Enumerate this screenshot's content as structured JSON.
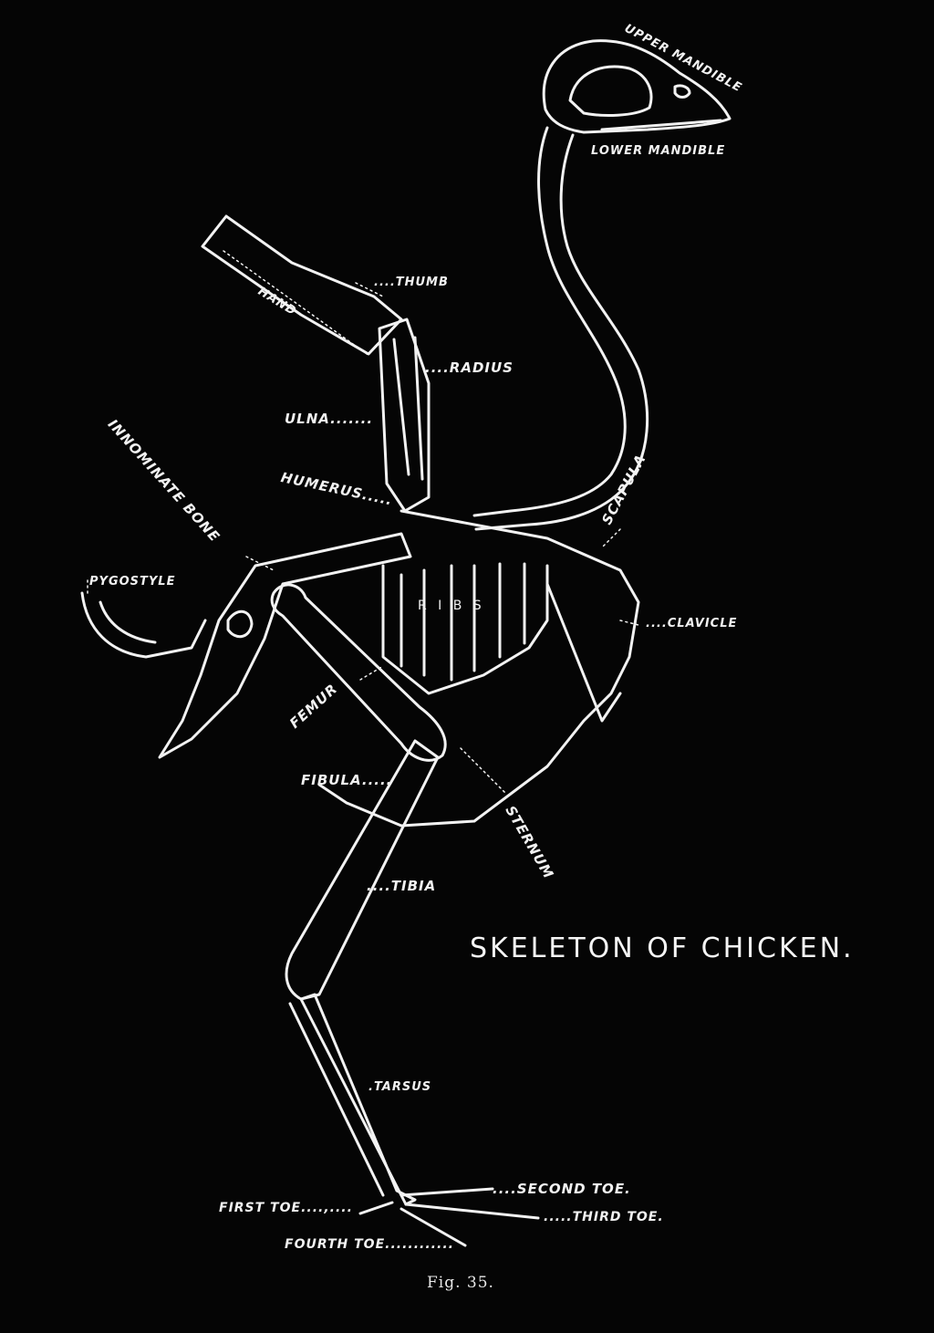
{
  "colors": {
    "background": "#050505",
    "ink": "#f2f2f2"
  },
  "title": "Skeleton of Chicken.",
  "figure_caption": "Fig. 35.",
  "labels": {
    "upper_mandible": "Upper Mandible",
    "lower_mandible": "Lower Mandible",
    "thumb": "....Thumb",
    "hand": "Hand",
    "radius": "....Radius",
    "ulna": "Ulna.......",
    "humerus": "Humerus.....",
    "innominate_bone": "Innominate Bone",
    "scapula": "Scapula",
    "pygostyle": "Pygostyle",
    "ribs": "R I B S",
    "clavicle": "....Clavicle",
    "femur": "Femur",
    "fibula": "Fibula.....",
    "sternum": "Sternum",
    "tibia": "....Tibia",
    "tarsus": ".Tarsus",
    "second_toe": "....Second Toe.",
    "third_toe": ".....Third Toe.",
    "first_toe": "First Toe....,....",
    "fourth_toe": "Fourth Toe............"
  }
}
